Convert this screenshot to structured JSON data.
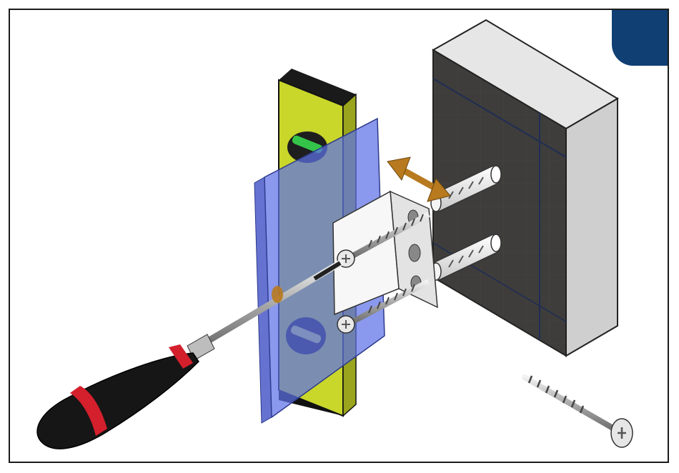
{
  "diagram": {
    "kind": "assembly-instruction",
    "step_text": "",
    "components": [
      {
        "name": "wall-block",
        "icon": "wall-icon"
      },
      {
        "name": "wall-plug",
        "icon": "dowel-icon",
        "count": 2
      },
      {
        "name": "angle-bracket",
        "icon": "bracket-icon"
      },
      {
        "name": "wood-screw",
        "icon": "screw-icon",
        "count": 3
      },
      {
        "name": "spirit-level",
        "icon": "level-icon"
      },
      {
        "name": "transparent-panel",
        "icon": "panel-icon"
      },
      {
        "name": "screwdriver",
        "icon": "screwdriver-icon"
      },
      {
        "name": "adjust-arrow",
        "icon": "double-arrow-icon"
      }
    ]
  },
  "colors": {
    "accent": "#0f3f73",
    "level_body": "#c9d62a",
    "level_vial": "#35c44a",
    "panel": "#5d72e6",
    "wall_face": "#3e3d3b",
    "wall_side": "#cfcfcf",
    "wall_top": "#e6e6e6",
    "handle_red": "#d41f2c",
    "arrow": "#b87a1e"
  }
}
